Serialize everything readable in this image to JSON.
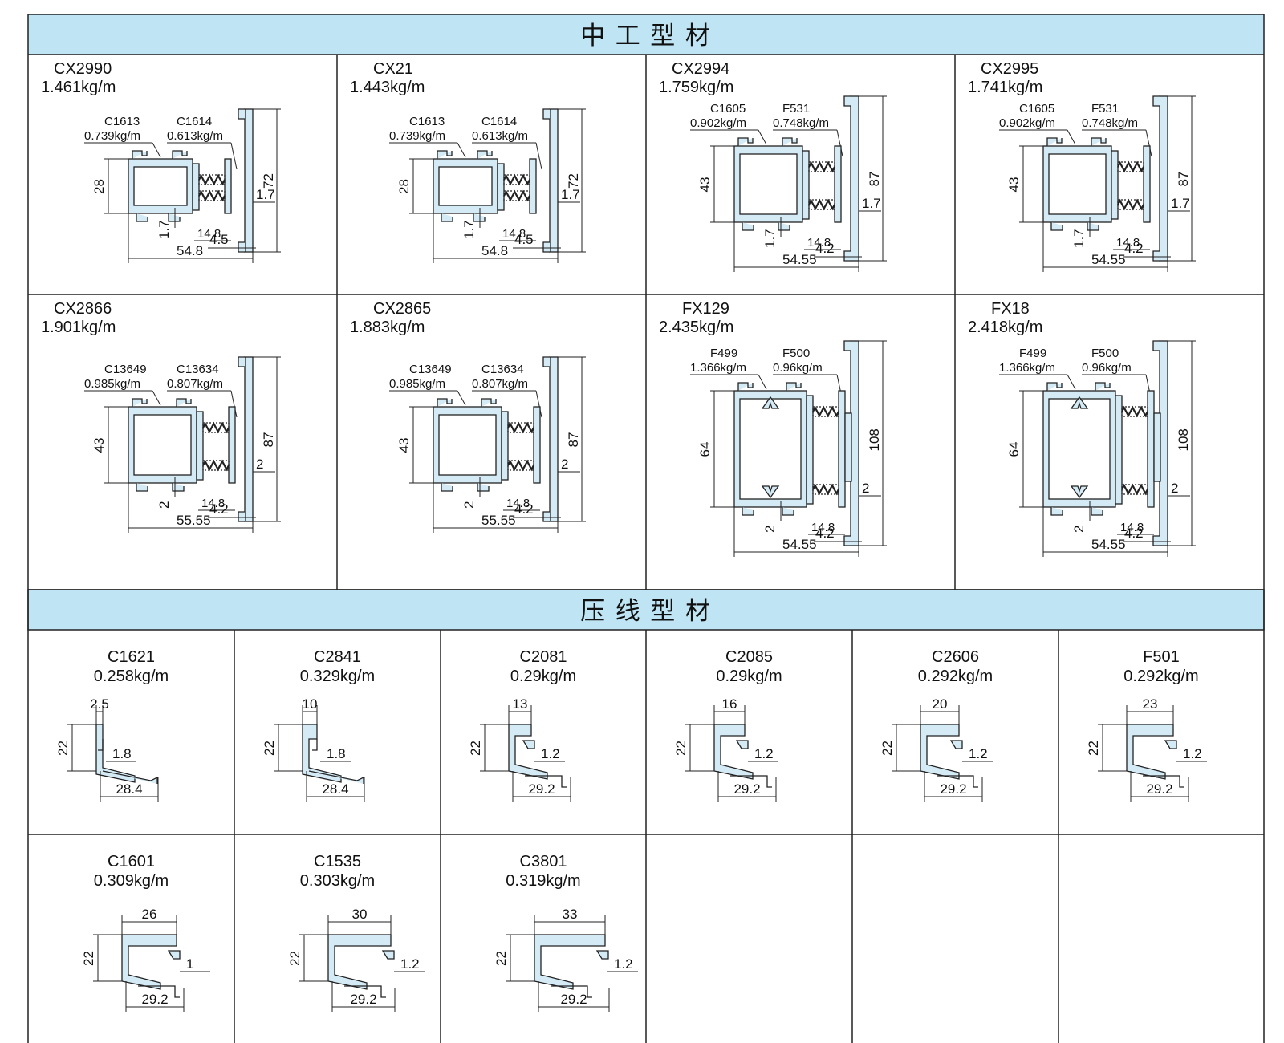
{
  "sections": {
    "middle_profiles": {
      "title": "中 工 型 材"
    },
    "bead_profiles": {
      "title": "压 线 型 材"
    }
  },
  "colors": {
    "header_bg": "#bfe4f3",
    "profile_fill": "#d4ebf6",
    "profile_stroke": "#222222",
    "grid_line": "#222222"
  },
  "icons": [
    "section-profile-drawing",
    "gasket-strip-icon",
    "dimension-line-icon"
  ],
  "middle_profiles": [
    {
      "id": "CX2990",
      "weight": "1.461kg/m",
      "sub": [
        {
          "name": "C1613",
          "weight": "0.739kg/m"
        },
        {
          "name": "C1614",
          "weight": "0.613kg/m"
        }
      ],
      "dims": {
        "height": "28",
        "total": "72",
        "wall": "1.7",
        "gasket": "14.8",
        "flange": "1.7",
        "lip": "4.5",
        "width": "54.8"
      }
    },
    {
      "id": "CX21",
      "weight": "1.443kg/m",
      "sub": [
        {
          "name": "C1613",
          "weight": "0.739kg/m"
        },
        {
          "name": "C1614",
          "weight": "0.613kg/m"
        }
      ],
      "dims": {
        "height": "28",
        "total": "72",
        "wall": "1.7",
        "gasket": "14.8",
        "flange": "1.7",
        "lip": "4.5",
        "width": "54.8"
      }
    },
    {
      "id": "CX2994",
      "weight": "1.759kg/m",
      "sub": [
        {
          "name": "C1605",
          "weight": "0.902kg/m"
        },
        {
          "name": "F531",
          "weight": "0.748kg/m"
        }
      ],
      "dims": {
        "height": "43",
        "total": "87",
        "wall": "1.7",
        "gasket": "14.8",
        "flange": "1.7",
        "lip": "4.2",
        "width": "54.55"
      }
    },
    {
      "id": "CX2995",
      "weight": "1.741kg/m",
      "sub": [
        {
          "name": "C1605",
          "weight": "0.902kg/m"
        },
        {
          "name": "F531",
          "weight": "0.748kg/m"
        }
      ],
      "dims": {
        "height": "43",
        "total": "87",
        "wall": "1.7",
        "gasket": "14.8",
        "flange": "1.7",
        "lip": "4.2",
        "width": "54.55"
      }
    },
    {
      "id": "CX2866",
      "weight": "1.901kg/m",
      "sub": [
        {
          "name": "C13649",
          "weight": "0.985kg/m"
        },
        {
          "name": "C13634",
          "weight": "0.807kg/m"
        }
      ],
      "dims": {
        "height": "43",
        "total": "87",
        "wall": "2",
        "gasket": "14.8",
        "flange": "2",
        "lip": "4.2",
        "width": "55.55"
      }
    },
    {
      "id": "CX2865",
      "weight": "1.883kg/m",
      "sub": [
        {
          "name": "C13649",
          "weight": "0.985kg/m"
        },
        {
          "name": "C13634",
          "weight": "0.807kg/m"
        }
      ],
      "dims": {
        "height": "43",
        "total": "87",
        "wall": "2",
        "gasket": "14.8",
        "flange": "2",
        "lip": "4.2",
        "width": "55.55"
      }
    },
    {
      "id": "FX129",
      "weight": "2.435kg/m",
      "sub": [
        {
          "name": "F499",
          "weight": "1.366kg/m"
        },
        {
          "name": "F500",
          "weight": "0.96kg/m"
        }
      ],
      "dims": {
        "height": "64",
        "total": "108",
        "wall": "2",
        "gasket": "14.8",
        "flange": "2",
        "lip": "4.2",
        "width": "54.55"
      }
    },
    {
      "id": "FX18",
      "weight": "2.418kg/m",
      "sub": [
        {
          "name": "F499",
          "weight": "1.366kg/m"
        },
        {
          "name": "F500",
          "weight": "0.96kg/m"
        }
      ],
      "dims": {
        "height": "64",
        "total": "108",
        "wall": "2",
        "gasket": "14.8",
        "flange": "2",
        "lip": "4.2",
        "width": "54.55"
      }
    }
  ],
  "bead_profiles": [
    {
      "id": "C1621",
      "weight": "0.258kg/m",
      "dims": {
        "top": "2.5",
        "height": "22",
        "wall": "1.8",
        "width": "28.4"
      }
    },
    {
      "id": "C2841",
      "weight": "0.329kg/m",
      "dims": {
        "top": "10",
        "height": "22",
        "wall": "1.8",
        "width": "28.4"
      }
    },
    {
      "id": "C2081",
      "weight": "0.29kg/m",
      "dims": {
        "top": "13",
        "height": "22",
        "wall": "1.2",
        "width": "29.2"
      }
    },
    {
      "id": "C2085",
      "weight": "0.29kg/m",
      "dims": {
        "top": "16",
        "height": "22",
        "wall": "1.2",
        "width": "29.2"
      }
    },
    {
      "id": "C2606",
      "weight": "0.292kg/m",
      "dims": {
        "top": "20",
        "height": "22",
        "wall": "1.2",
        "width": "29.2"
      }
    },
    {
      "id": "F501",
      "weight": "0.292kg/m",
      "dims": {
        "top": "23",
        "height": "22",
        "wall": "1.2",
        "width": "29.2"
      }
    },
    {
      "id": "C1601",
      "weight": "0.309kg/m",
      "dims": {
        "top": "26",
        "height": "22",
        "wall": "1",
        "width": "29.2"
      }
    },
    {
      "id": "C1535",
      "weight": "0.303kg/m",
      "dims": {
        "top": "30",
        "height": "22",
        "wall": "1.2",
        "width": "29.2"
      }
    },
    {
      "id": "C3801",
      "weight": "0.319kg/m",
      "dims": {
        "top": "33",
        "height": "22",
        "wall": "1.2",
        "width": "29.2"
      }
    }
  ]
}
